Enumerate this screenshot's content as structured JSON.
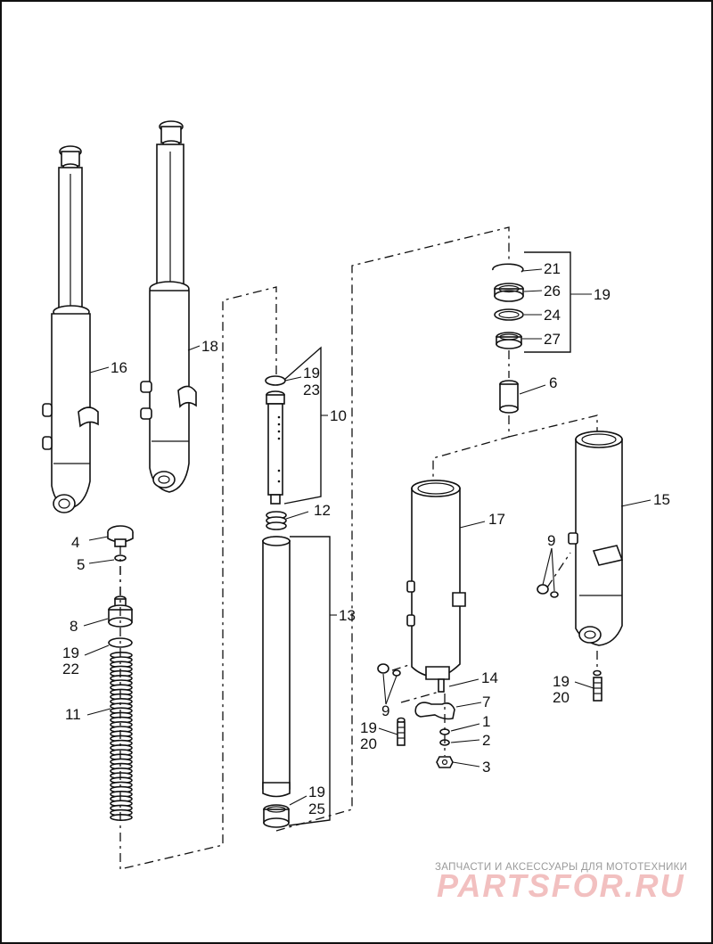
{
  "diagram": {
    "callouts": {
      "c16": "16",
      "c18": "18",
      "c4": "4",
      "c5": "5",
      "c8": "8",
      "c19a": "19",
      "c22": "22",
      "c11": "11",
      "c19b": "19",
      "c23": "23",
      "c10": "10",
      "c12": "12",
      "c13": "13",
      "c19c": "19",
      "c25": "25",
      "c21": "21",
      "c26": "26",
      "c24": "24",
      "c27": "27",
      "c19d": "19",
      "c6": "6",
      "c17": "17",
      "c15": "15",
      "c9a": "9",
      "c9b": "9",
      "c14": "14",
      "c7": "7",
      "c1": "1",
      "c2": "2",
      "c3": "3",
      "c19e": "19",
      "c20a": "20",
      "c19f": "19",
      "c20b": "20"
    }
  },
  "watermark": {
    "tagline": "ЗАПЧАСТИ И АКСЕССУАРЫ ДЛЯ МОТОТЕХНИКИ",
    "brand": "PARTSFOR.RU"
  }
}
